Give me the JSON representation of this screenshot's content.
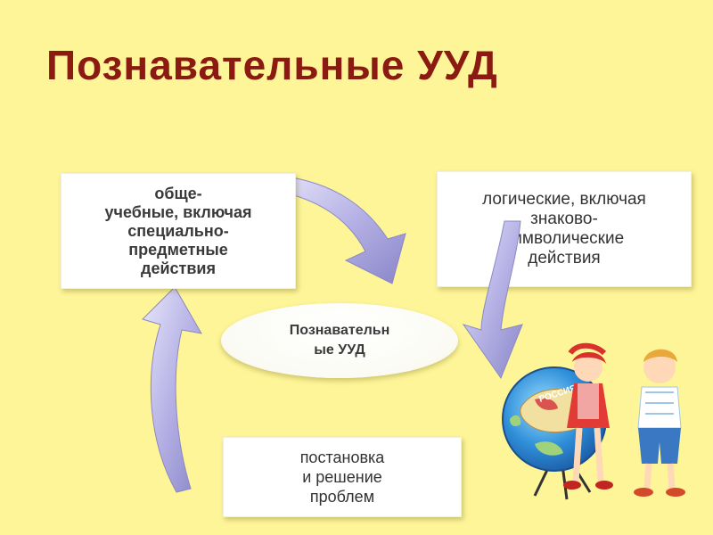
{
  "title": "Познавательные УУД",
  "center": {
    "label": "Познавательн\nые УУД"
  },
  "boxes": {
    "general": "обще-\nучебные, включая\nспециально-\nпредметные\nдействия",
    "logical": "логические, включая\nзнаково-\nсимволические\nдействия",
    "problem": "постановка\nи решение\nпроблем"
  },
  "globe": {
    "label": "РОССИЯ"
  },
  "colors": {
    "background": "#fdf597",
    "title": "#8b1a12",
    "arrow": "#b9b6e6"
  }
}
